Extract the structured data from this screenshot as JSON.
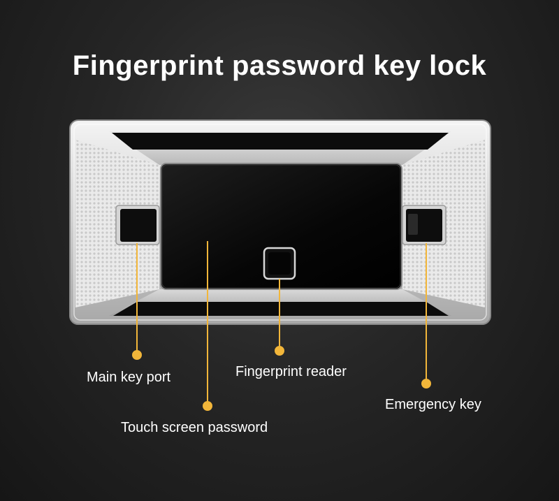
{
  "title": "Fingerprint password key lock",
  "accent_color": "#f2b63a",
  "callouts": {
    "main_key_port": "Main key port",
    "touch_screen": "Touch screen password",
    "fingerprint_reader": "Fingerprint reader",
    "emergency_key": "Emergency key"
  }
}
